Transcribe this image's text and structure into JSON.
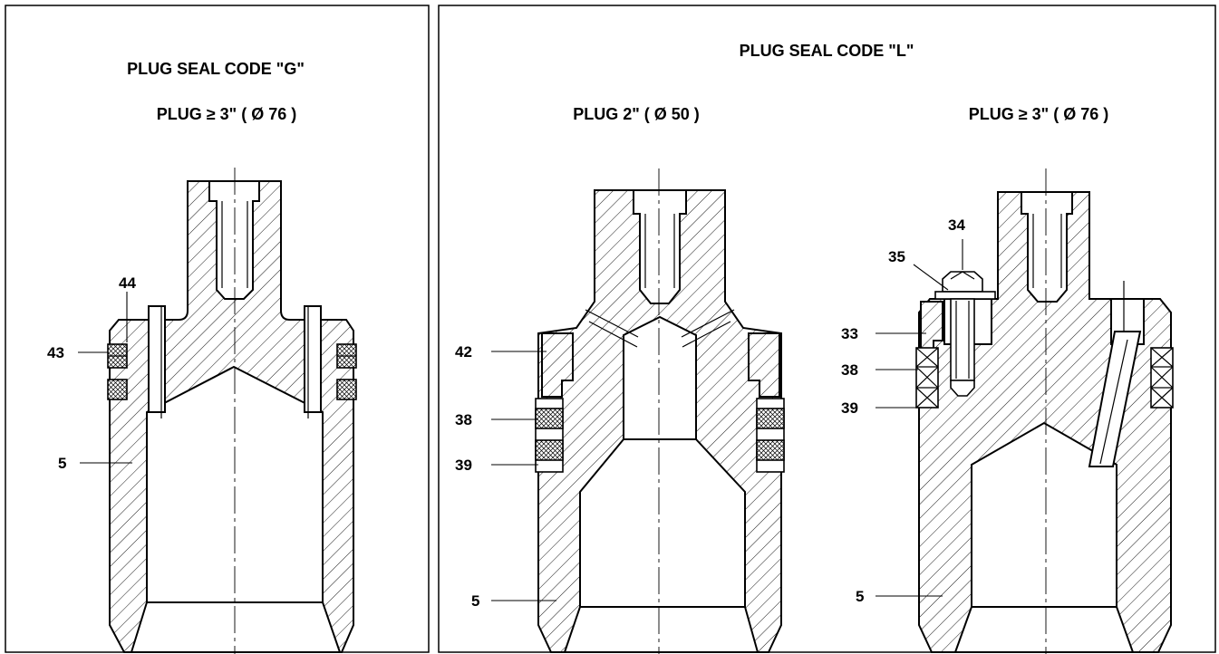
{
  "panels": [
    {
      "title": "PLUG SEAL CODE \"G\"",
      "subtitle": "PLUG ≥ 3\" ( Ø 76 )",
      "labels": [
        "44",
        "43",
        "5"
      ]
    },
    {
      "title": "PLUG SEAL CODE \"L\"",
      "views": [
        {
          "subtitle": "PLUG 2\" ( Ø 50 )",
          "labels": [
            "42",
            "38",
            "39",
            "5"
          ]
        },
        {
          "subtitle": "PLUG ≥ 3\" ( Ø 76 )",
          "labels": [
            "34",
            "35",
            "33",
            "38",
            "39",
            "5"
          ]
        }
      ]
    }
  ]
}
